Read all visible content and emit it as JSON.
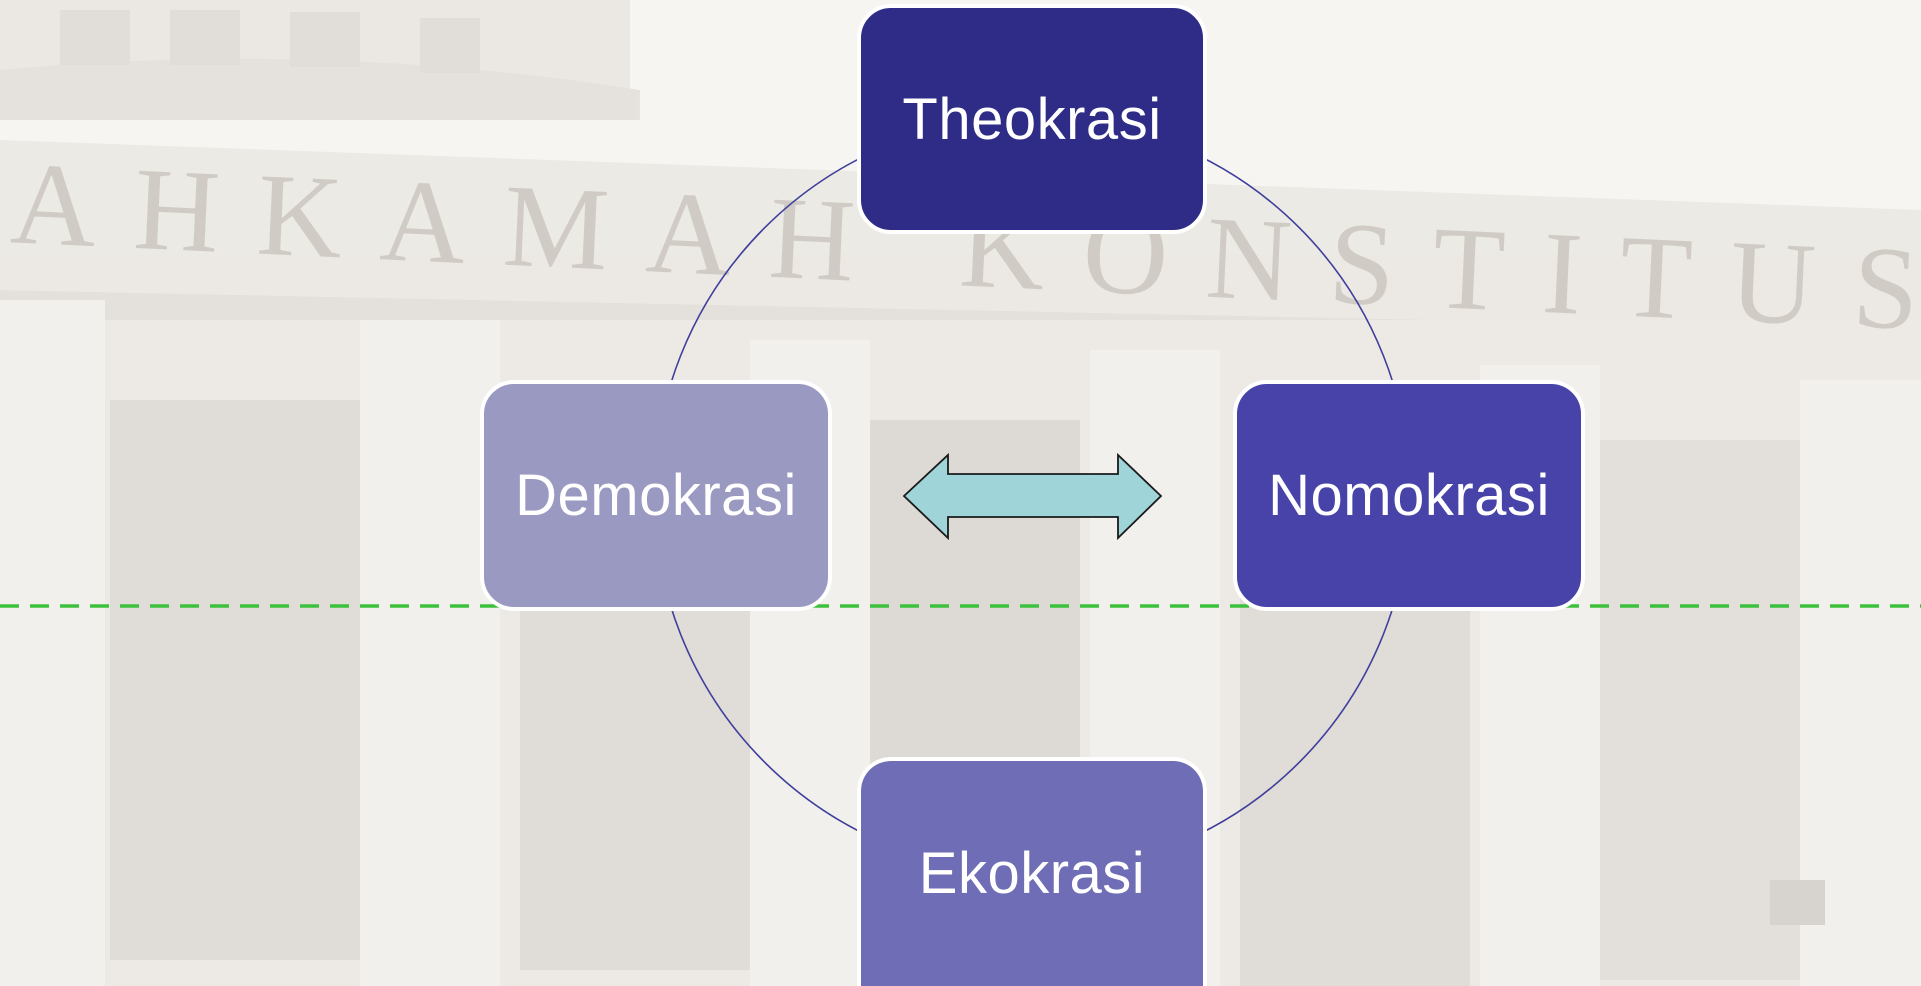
{
  "background": {
    "building_inscription": "MAHKAMAH KONSTITUSI",
    "color": "#f6f4f1"
  },
  "diagram": {
    "ring_color": "#3f3f9c",
    "divider_color": "#3cc13c",
    "arrow_fill": "#9fd4d8",
    "arrow_stroke": "#1a1a1a",
    "nodes": {
      "theokrasi": {
        "label": "Theokrasi",
        "color": "#2e2c87"
      },
      "demokrasi": {
        "label": "Demokrasi",
        "color": "#9a99c1"
      },
      "nomokrasi": {
        "label": "Nomokrasi",
        "color": "#4743a8"
      },
      "ekokrasi": {
        "label": "Ekokrasi",
        "color": "#6f6db5"
      }
    },
    "connector": {
      "icon": "double-headed-arrow-icon"
    }
  }
}
